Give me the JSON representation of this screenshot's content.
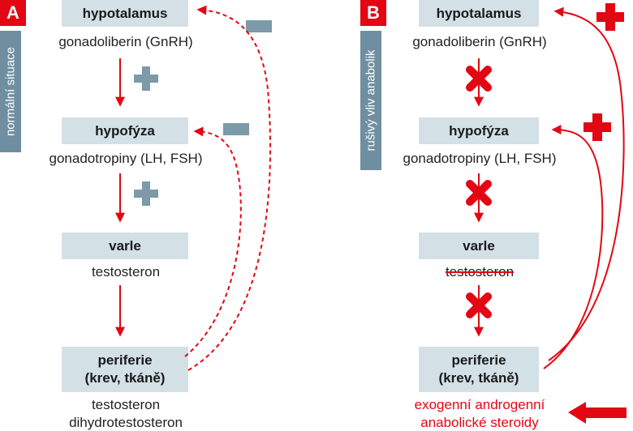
{
  "panel_a": {
    "badge": "A",
    "side_label": "normální situace",
    "levels": [
      {
        "box": "hypotalamus",
        "hormone": "gonadoliberin (GnRH)"
      },
      {
        "box": "hypofýza",
        "hormone": "gonadotropiny (LH, FSH)"
      },
      {
        "box": "varle",
        "hormone": "testosteron"
      },
      {
        "box_line1": "periferie",
        "box_line2": "(krev, tkáně)",
        "hormone_line1": "testosteron",
        "hormone_line2": "dihydrotestosteron"
      }
    ]
  },
  "panel_b": {
    "badge": "B",
    "side_label": "rušivý vliv anabolik",
    "levels": [
      {
        "box": "hypotalamus",
        "hormone": "gonadoliberin (GnRH)"
      },
      {
        "box": "hypofýza",
        "hormone": "gonadotropiny (LH, FSH)"
      },
      {
        "box": "varle",
        "hormone": "testosteron"
      },
      {
        "box_line1": "periferie",
        "box_line2": "(krev, tkáně)"
      }
    ],
    "exogenous_line1": "exogenní androgenní",
    "exogenous_line2": "anabolické steroidy"
  },
  "colors": {
    "red": "#e30613",
    "box": "#d3e0e6",
    "grey": "#7c9aa8",
    "side": "#6f8fa0"
  }
}
